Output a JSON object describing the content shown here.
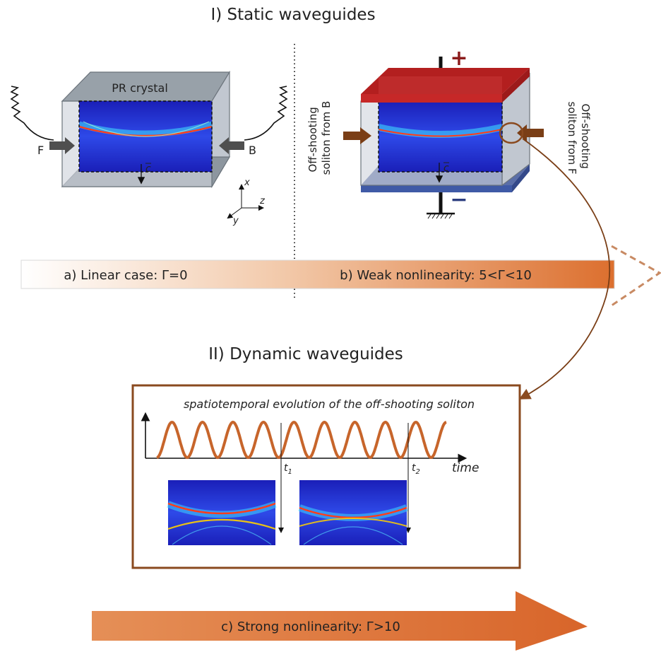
{
  "headings": {
    "static": "I) Static waveguides",
    "dynamic": "II) Dynamic waveguides"
  },
  "crystal1": {
    "title": "PR crystal",
    "input_front": "F",
    "input_back": "B",
    "c_axis": "c"
  },
  "axes": {
    "x": "x",
    "y": "y",
    "z": "z"
  },
  "crystal2": {
    "plus": "+",
    "minus": "−",
    "c_axis": "c",
    "label_left_line1": "Off-shooting",
    "label_left_line2": "soliton from B",
    "label_right_line1": "Off-shooting",
    "label_right_line2": "soliton from F"
  },
  "bar1": {
    "part_a": "a) Linear case: Γ=0",
    "part_b": "b) Weak nonlinearity: 5<Γ<10"
  },
  "dynamic_box": {
    "title": "spatiotemporal evolution of the off-shooting soliton",
    "time_label": "time",
    "t1": "t",
    "t1_sub": "1",
    "t2": "t",
    "t2_sub": "2"
  },
  "bar2": {
    "label": "c) Strong nonlinearity: Γ>10"
  },
  "colors": {
    "orange": "#e07a3a",
    "brown": "#8a4a1f",
    "red_plate": "#c62828",
    "blue_plate": "#3f5aa6",
    "crystal_glass": "#b9c0cc",
    "field_blue": "#1f2fcf"
  }
}
